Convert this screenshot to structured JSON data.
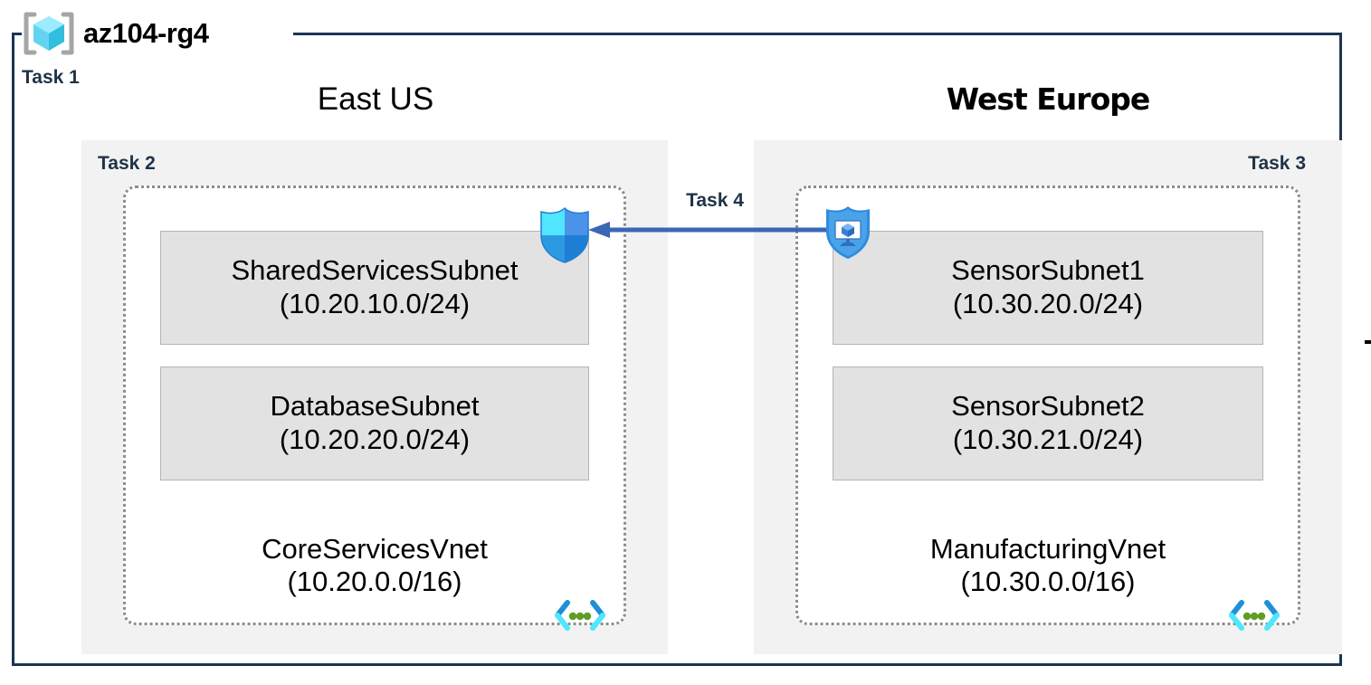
{
  "diagram": {
    "resource_group": {
      "name": "az104-rg4",
      "icon": "resource-group-cube-icon",
      "task_label": "Task 1"
    },
    "connector": {
      "label": "Task 4",
      "direction": "right-to-left",
      "color": "#3a66b5"
    },
    "edge_marker": "-",
    "regions": [
      {
        "title": "East US",
        "task_label": "Task 2",
        "vnet": {
          "name": "CoreServicesVnet",
          "cidr": "(10.20.0.0/16)",
          "icon": "vnet-icon",
          "subnets": [
            {
              "name": "SharedServicesSubnet",
              "cidr": "(10.20.10.0/24)"
            },
            {
              "name": "DatabaseSubnet",
              "cidr": "(10.20.20.0/24)"
            }
          ]
        }
      },
      {
        "title": "West Europe",
        "task_label": "Task 3",
        "vnet": {
          "name": "ManufacturingVnet",
          "cidr": "(10.30.0.0/16)",
          "icon": "vnet-icon",
          "subnets": [
            {
              "name": "SensorSubnet1",
              "cidr": "(10.30.20.0/24)"
            },
            {
              "name": "SensorSubnet2",
              "cidr": "(10.30.21.0/24)"
            }
          ]
        }
      }
    ],
    "icons": {
      "nsg_shield": "network-security-group-shield-icon",
      "bastion_shield": "bastion-shield-monitor-icon"
    },
    "colors": {
      "frame": "#1b3553",
      "region_bg": "#f2f2f2",
      "subnet_bg": "#e2e2e2",
      "subnet_border": "#b4b4b4",
      "vnet_border": "#8d8d8d",
      "task_text": "#1f3247",
      "arrow": "#3a66b5",
      "cube_cyan": "#50e6ff",
      "cube_blue": "#32bedd",
      "vnet_dot_green": "#5e9e25"
    }
  }
}
